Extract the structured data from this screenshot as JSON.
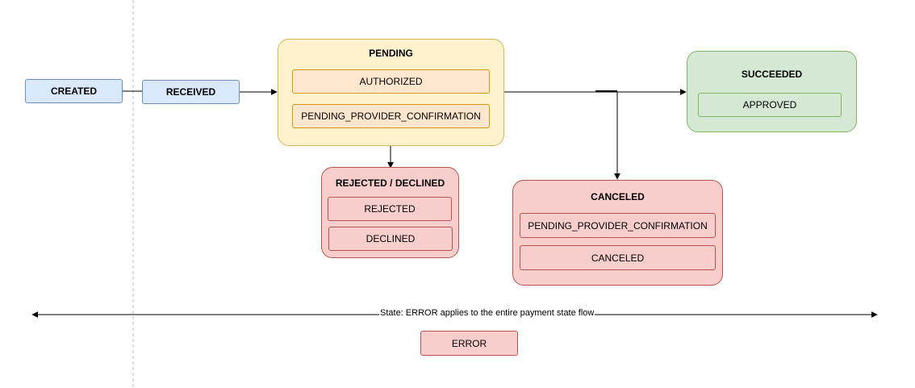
{
  "states": {
    "created": "CREATED",
    "received": "RECEIVED",
    "pending": {
      "title": "PENDING",
      "items": [
        "AUTHORIZED",
        "PENDING_PROVIDER_CONFIRMATION"
      ]
    },
    "succeeded": {
      "title": "SUCCEEDED",
      "items": [
        "APPROVED"
      ]
    },
    "rejected_declined": {
      "title": "REJECTED / DECLINED",
      "items": [
        "REJECTED",
        "DECLINED"
      ]
    },
    "canceled": {
      "title": "CANCELED",
      "items": [
        "PENDING_PROVIDER_CONFIRMATION",
        "CANCELED"
      ]
    },
    "error": "ERROR"
  },
  "error_note": "State: ERROR applies to the entire payment state flow",
  "colors": {
    "blue_fill": "#dae8fc",
    "blue_stroke": "#6c8ebf",
    "yellow_fill": "#fff2cc",
    "yellow_stroke": "#d6b656",
    "orange_fill": "#ffe6cc",
    "orange_stroke": "#d79b00",
    "green_fill": "#d5e8d4",
    "green_stroke": "#82b366",
    "red_fill": "#f8cecc",
    "red_stroke": "#b85450"
  }
}
